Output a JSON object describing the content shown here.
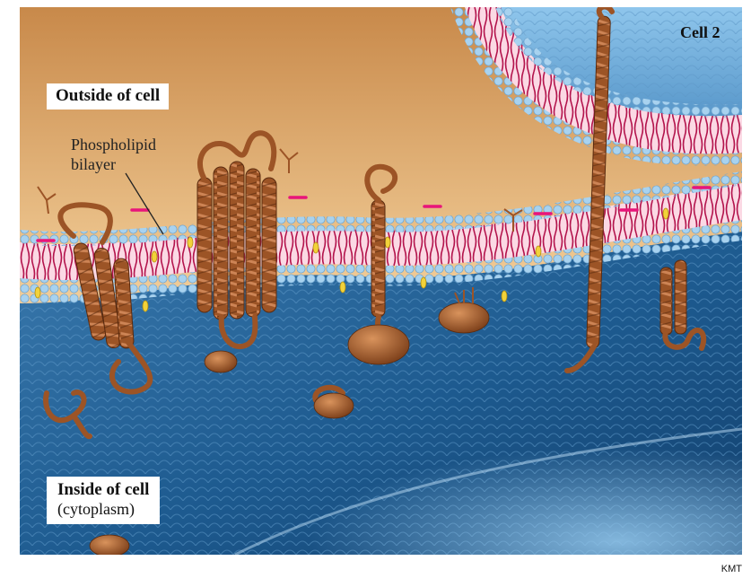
{
  "labels": {
    "outside": "Outside of cell",
    "inside_title": "Inside of cell",
    "inside_sub": "(cytoplasm)",
    "cell2": "Cell 2",
    "phospholipid_line1": "Phospholipid",
    "phospholipid_line2": "bilayer",
    "credit": "KMT"
  },
  "colors": {
    "outside_top": "#c8894a",
    "outside_bottom": "#fbefd6",
    "cytoplasm_dark": "#1d5a8f",
    "cytoplasm_light": "#7fb4dc",
    "lipid_tail": "#b3134c",
    "lipid_bg": "#fbd9e4",
    "lipid_head": "#a8d2ef",
    "protein": "#9c5426",
    "protein_light": "#c9834d",
    "charge_mark": "#e8157a",
    "cholesterol": "#f2d23a"
  },
  "charge_marks": [
    "−",
    "−",
    "−",
    "−",
    "−",
    "−",
    "−"
  ]
}
